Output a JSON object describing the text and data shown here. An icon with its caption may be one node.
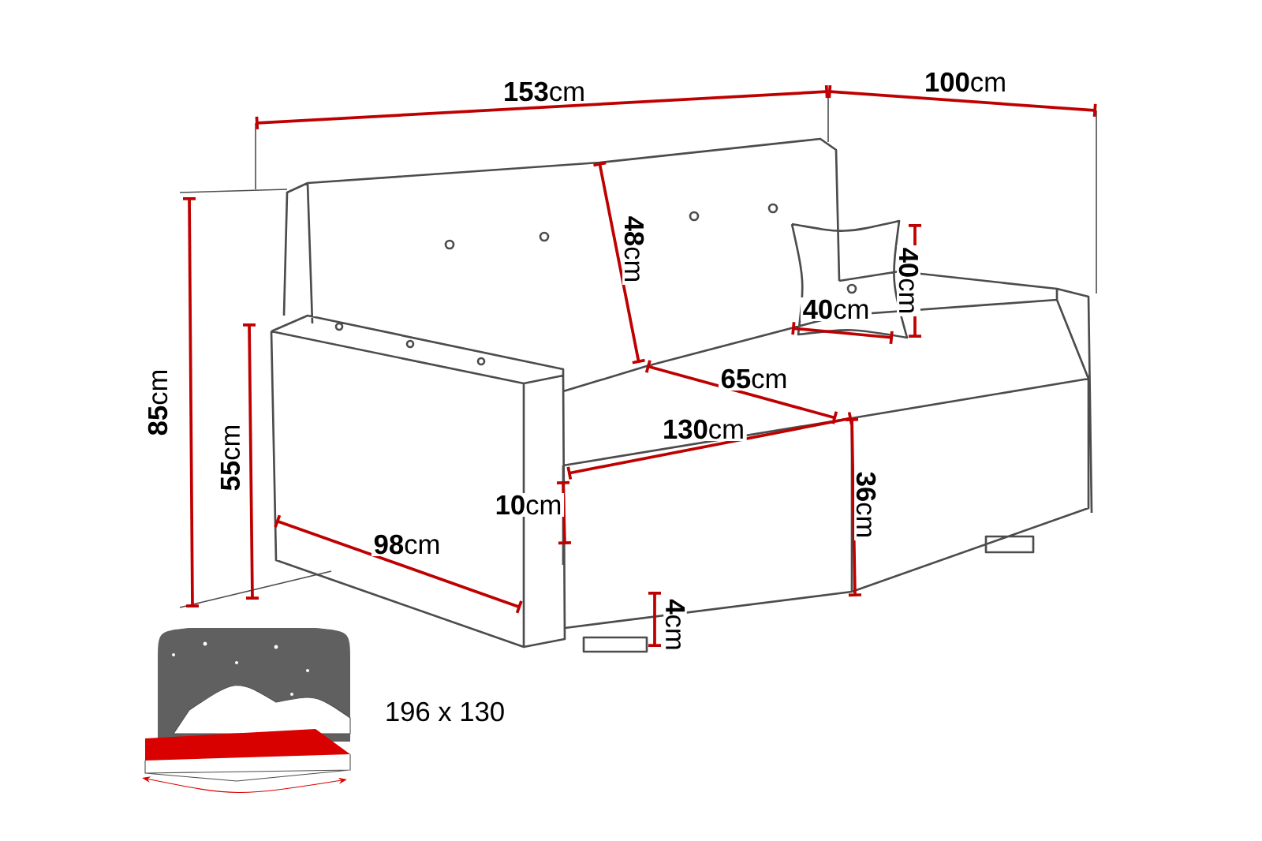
{
  "diagram": {
    "labels": [
      "**153**cm",
      "**100**cm",
      "**48**cm",
      "**40**cm",
      "**85**cm",
      "**40**cm",
      "**55**cm",
      "**65**cm",
      "**130**cm",
      "**10**cm",
      "**98**cm",
      "**36**cm",
      "**4**cm",
      "196 x 130"
    ]
  }
}
